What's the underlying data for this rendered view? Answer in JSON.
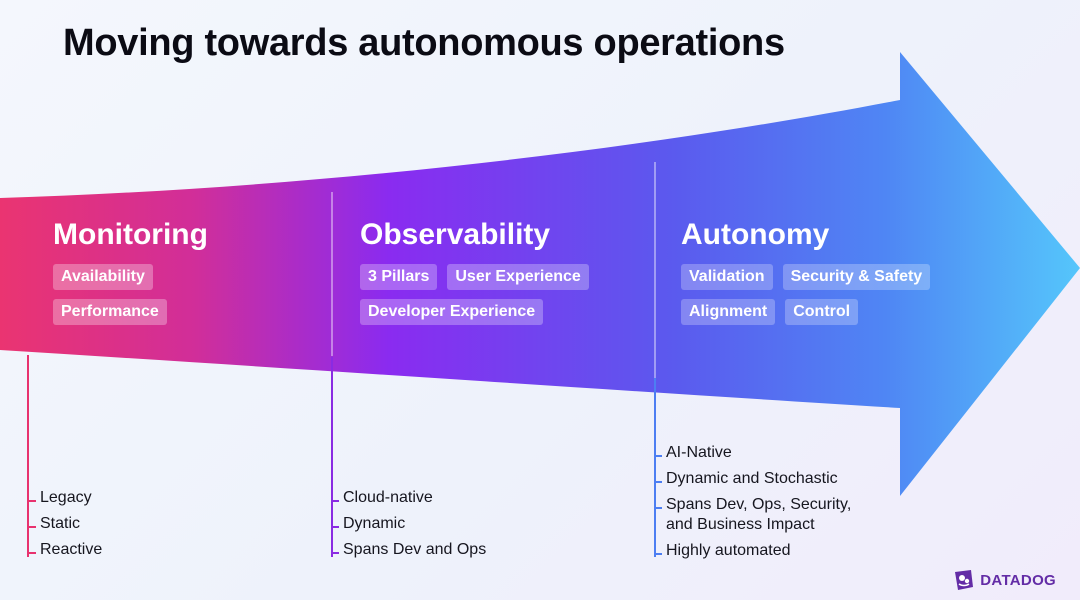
{
  "title": "Moving towards autonomous operations",
  "colors": {
    "monitoring": "#e8326f",
    "observability": "#7b2bf0",
    "autonomy": "#4d7ef2",
    "arrow_tip": "#55c4fb",
    "brand": "#632ca6"
  },
  "stages": [
    {
      "title": "Monitoring",
      "tags": [
        "Availability",
        "Performance"
      ],
      "traits": [
        "Legacy",
        "Static",
        "Reactive"
      ]
    },
    {
      "title": "Observability",
      "tags": [
        "3 Pillars",
        "User Experience",
        "Developer Experience"
      ],
      "traits": [
        "Cloud-native",
        "Dynamic",
        "Spans Dev and Ops"
      ]
    },
    {
      "title": "Autonomy",
      "tags": [
        "Validation",
        "Security & Safety",
        "Alignment",
        "Control"
      ],
      "traits": [
        "AI-Native",
        "Dynamic and Stochastic",
        "Spans Dev, Ops, Security,\nand Business Impact",
        "Highly automated"
      ]
    }
  ],
  "logo": {
    "text": "DATADOG",
    "icon": "datadog-dog-icon"
  }
}
